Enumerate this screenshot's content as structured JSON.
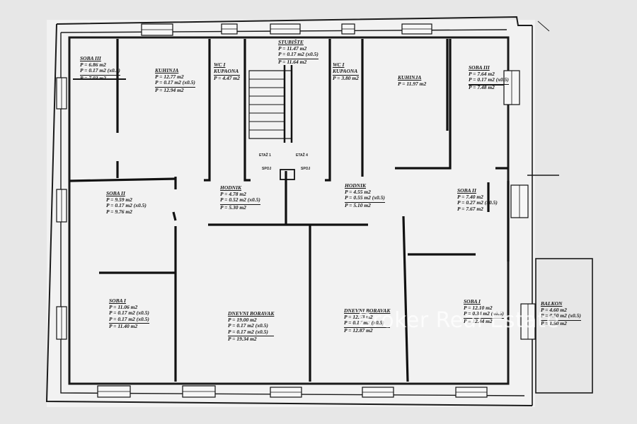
{
  "watermark": "Broker Real Estate",
  "stairs": {
    "title": "STUBIŠTE",
    "lines": [
      "P = 11.47 m2",
      "P = 0.17 m2 (x0.5)"
    ],
    "total": "P = 11.64 m2"
  },
  "rooms": [
    {
      "key": "soba3_left",
      "title": "SOBA III",
      "lines": [
        "P = 6.86 m2",
        "P = 0.17 m2 (x0.5)"
      ],
      "total": "P = 7.03 m2"
    },
    {
      "key": "kuhinja_left",
      "title": "KUHINJA",
      "lines": [
        "P = 12.77 m2",
        "P = 0.17 m2 (x0.5)"
      ],
      "total": "P = 12.94 m2"
    },
    {
      "key": "wc_left",
      "title": "WC I",
      "lines": [
        "KUPAONA"
      ],
      "total": "P = 4.47 m2"
    },
    {
      "key": "wc_right",
      "title": "WC I",
      "lines": [
        "KUPAONA"
      ],
      "total": "P = 3.80 m2"
    },
    {
      "key": "kuhinja_right",
      "title": "KUHINJA",
      "lines": [],
      "total": "P = 11.97 m2"
    },
    {
      "key": "soba3_right",
      "title": "SOBA III",
      "lines": [
        "P = 7.64 m2",
        "P = 0.17 m2 (x0.5)"
      ],
      "total": "P = 7.48 m2"
    },
    {
      "key": "soba2_left",
      "title": "SOBA II",
      "lines": [
        "P = 9.59 m2",
        "P = 0.17 m2 (x0.5)"
      ],
      "total": "P = 9.76 m2"
    },
    {
      "key": "hodnik_left",
      "title": "HODNIK",
      "lines": [
        "P = 4.78 m2",
        "P = 0.52 m2 (x0.5)"
      ],
      "total": "P = 5.30 m2"
    },
    {
      "key": "hodnik_right",
      "title": "HODNIK",
      "lines": [
        "P = 4.55 m2",
        "P = 0.55 m2 (x0.5)"
      ],
      "total": "P = 5.10 m2"
    },
    {
      "key": "soba2_right",
      "title": "SOBA II",
      "lines": [
        "P = 7.40 m2",
        "P = 0.27 m2 (x0.5)"
      ],
      "total": "P = 7.67 m2"
    },
    {
      "key": "soba1_left",
      "title": "SOBA I",
      "lines": [
        "P = 11.06 m2",
        "P = 0.17 m2 (x0.5)",
        "P = 0.17 m2 (x0.5)"
      ],
      "total": "P = 11.40 m2"
    },
    {
      "key": "dnevni_left",
      "title": "DNEVNI BORAVAK",
      "lines": [
        "P = 19.00 m2",
        "P = 0.17 m2 (x0.5)",
        "P = 0.17 m2 (x0.5)"
      ],
      "total": "P = 19.34 m2"
    },
    {
      "key": "dnevni_right",
      "title": "DNEVNI BORAVAK",
      "lines": [
        "P = 12.53 m2",
        "P = 0.17 m2 (x0.5)"
      ],
      "total": "P = 12.87 m2"
    },
    {
      "key": "soba1_right",
      "title": "SOBA I",
      "lines": [
        "P = 12.10 m2",
        "P = 0.34 m2 (x0.5)"
      ],
      "total": "P = 12.44 m2"
    },
    {
      "key": "balkon",
      "title": "BALKON",
      "lines": [
        "P = 4.60 m2",
        "P = 0.50 m2 (x0.5)"
      ],
      "total": "P = 1.50 m2"
    }
  ],
  "tags": [
    "ETAŽ 1",
    "ETAŽ 4",
    "SPOJ",
    "SPOJ"
  ]
}
